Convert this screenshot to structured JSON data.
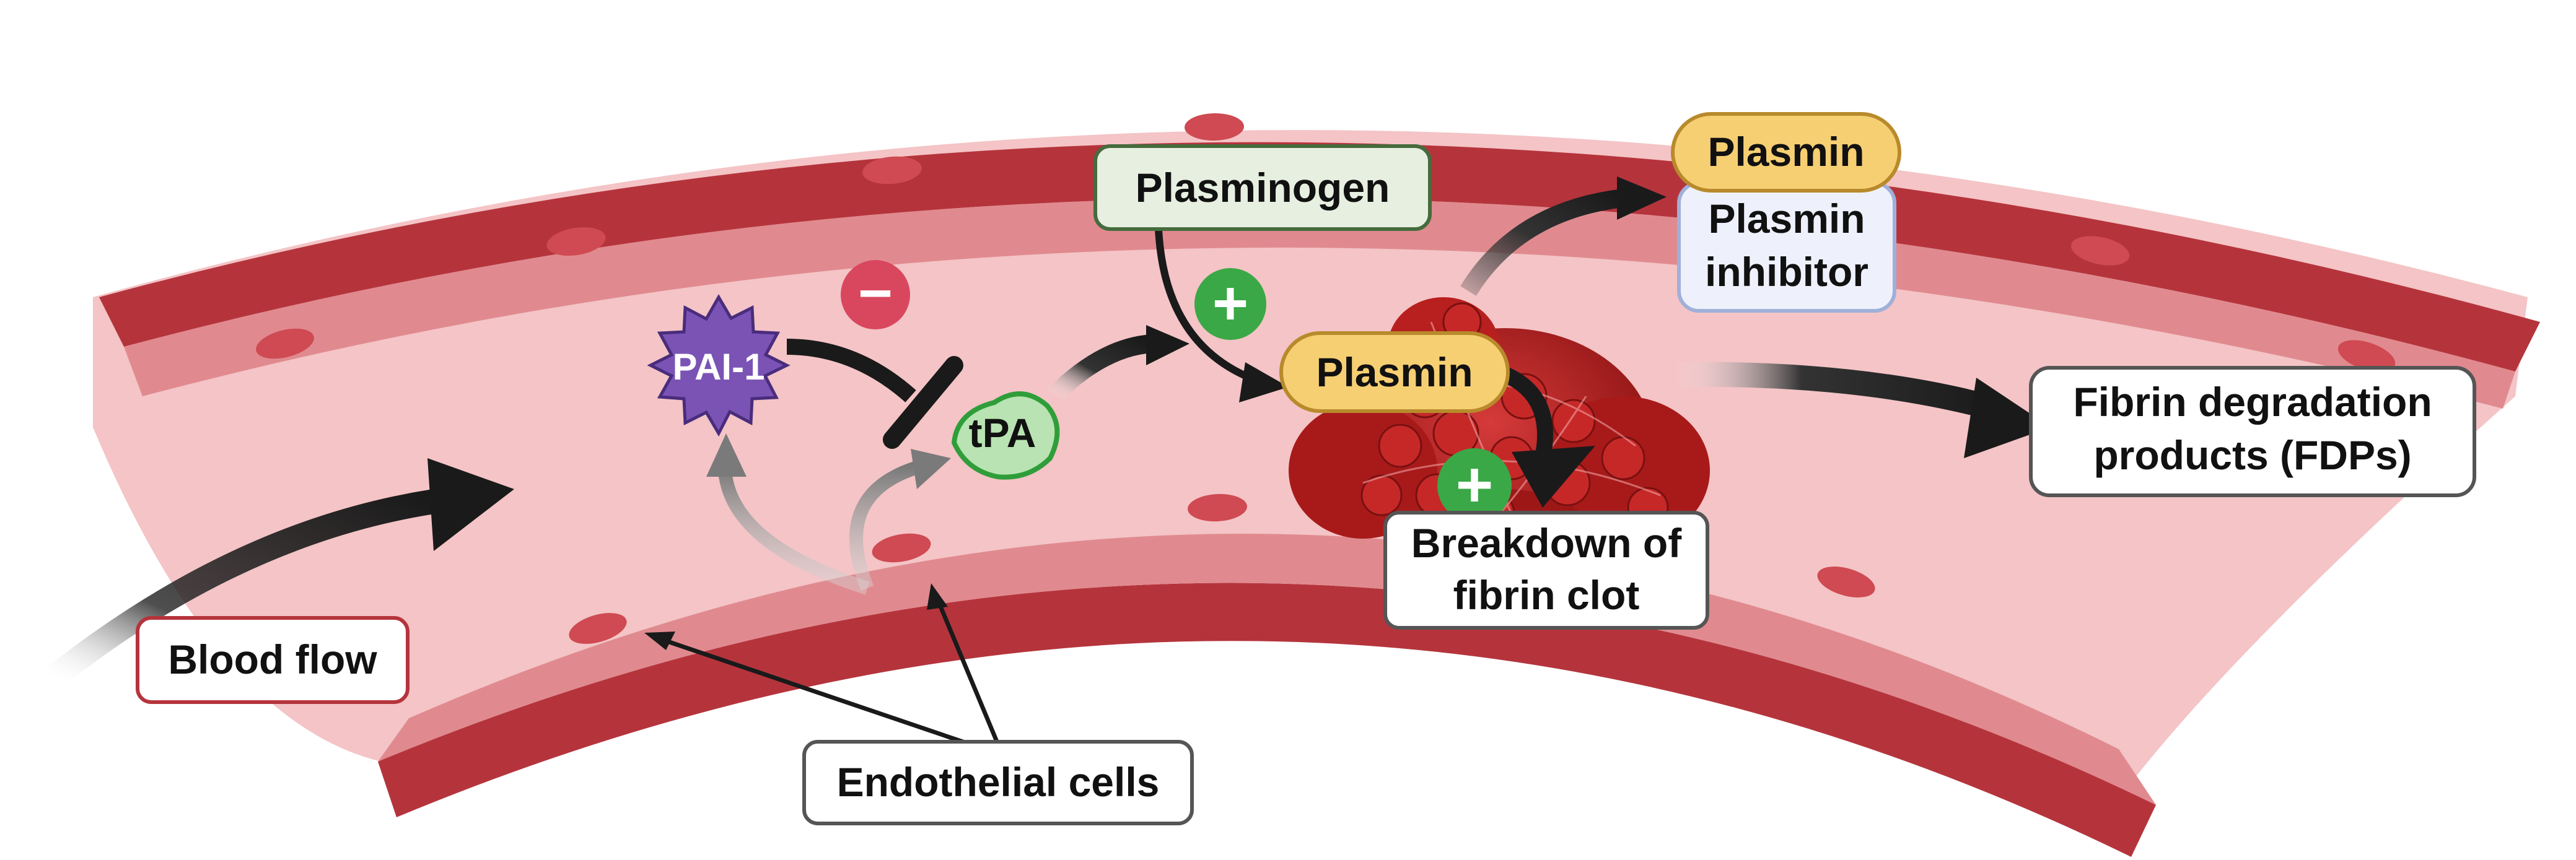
{
  "labels": {
    "blood_flow": "Blood flow",
    "endothelial_cells": "Endothelial cells",
    "pai1": "PAI-1",
    "tpa": "tPA",
    "plasminogen": "Plasminogen",
    "plasmin_center": "Plasmin",
    "plasmin_top": "Plasmin",
    "plasmin_inhibitor_line1": "Plasmin",
    "plasmin_inhibitor_line2": "inhibitor",
    "breakdown_line1": "Breakdown of",
    "breakdown_line2": "fibrin clot",
    "fdp_line1": "Fibrin degradation",
    "fdp_line2": "products (FDPs)"
  },
  "signs": {
    "minus": "−",
    "plus": "+"
  },
  "colors": {
    "vessel_wall": "#b5343c",
    "vessel_lumen": "#f4c4c6",
    "endothelium": "#e08a8f",
    "nucleus": "#cf4a52",
    "pai1": "#7b53b5",
    "tpa": "#b9e3b2",
    "plasminogen_fill": "#e6efe0",
    "plasmin_fill": "#f6cf73",
    "inhibitor_fill": "#eef1fb",
    "clot": "#b81f1f",
    "minus_badge": "#d9475f",
    "plus_badge": "#3aa846"
  },
  "icons": {
    "pai1": "starburst-protein-icon",
    "tpa": "globular-protein-icon",
    "clot": "fibrin-clot-icon",
    "inhibit": "inhibition-bar-icon",
    "plus": "plus-badge-icon",
    "minus": "minus-badge-icon"
  }
}
